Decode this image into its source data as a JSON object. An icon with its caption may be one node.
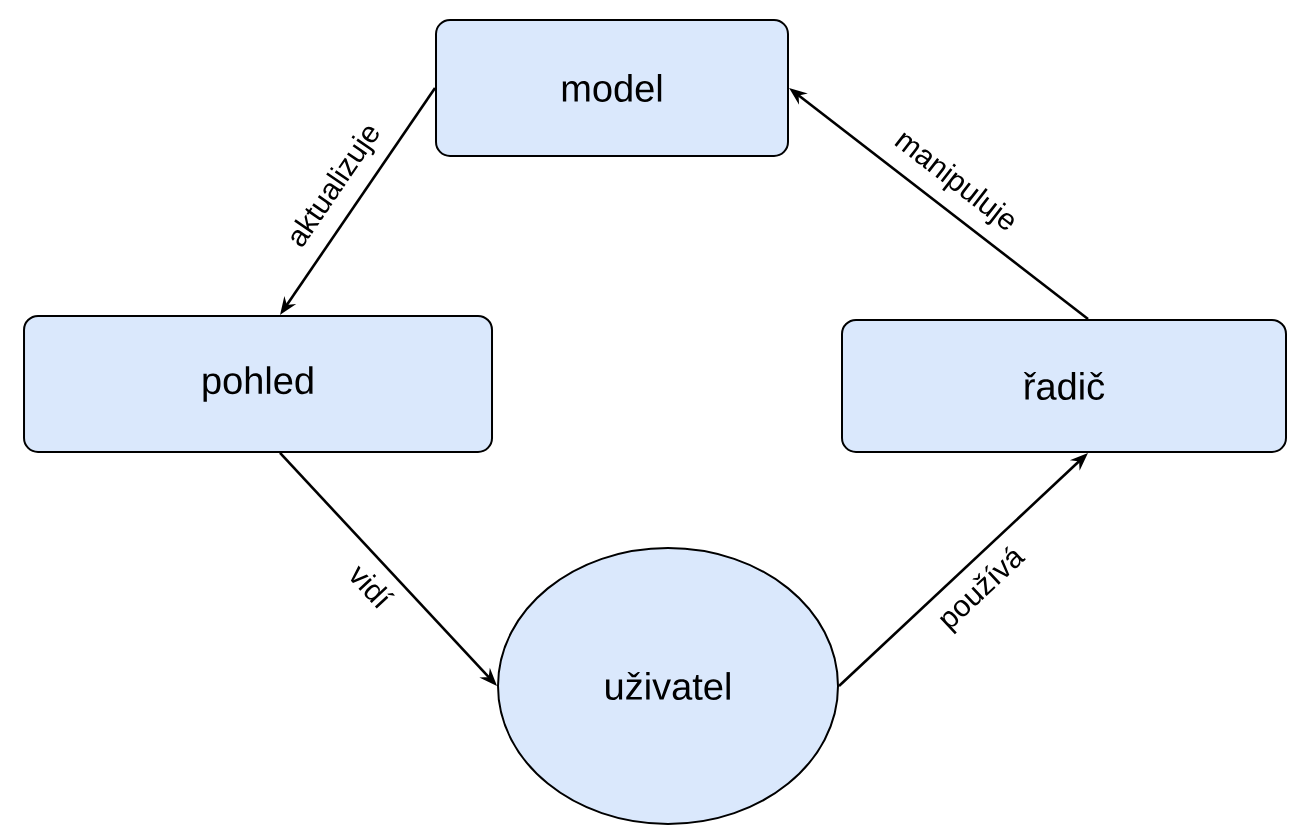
{
  "diagram": {
    "nodes": [
      {
        "text": [
          "model"
        ]
      },
      {
        "text": [
          "pohled"
        ]
      },
      {
        "text": [
          "uživatel"
        ]
      },
      {
        "text": [
          "řadič"
        ]
      }
    ],
    "edges": [
      {
        "from": 0,
        "to": 1,
        "arrow": "to",
        "label": "aktualizuje"
      },
      {
        "from": 1,
        "to": 2,
        "arrow": "to",
        "label": "vidí"
      },
      {
        "from": 2,
        "to": 3,
        "arrow": "to",
        "label": "používá"
      },
      {
        "from": 3,
        "to": 0,
        "arrow": "to",
        "label": "manipuluje"
      }
    ]
  }
}
